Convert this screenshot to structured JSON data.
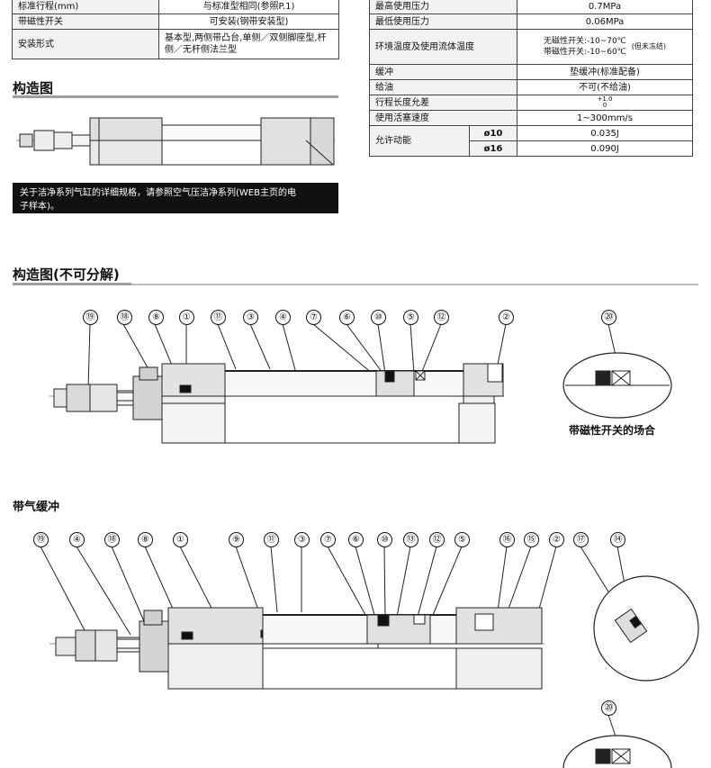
{
  "left_table": {
    "rows": [
      {
        "label": "标准行程(mm)",
        "value": "与标准型相同(参照P.1)"
      },
      {
        "label": "带磁性开关",
        "value": "可安装(钢带安装型)"
      },
      {
        "label": "安装形式",
        "value": "基本型,两侧带凸台,单侧／双侧脚座型,杆侧／无杆侧法兰型"
      }
    ]
  },
  "right_table": {
    "rows": [
      {
        "label": "最高使用压力",
        "value": "0.7MPa"
      },
      {
        "label": "最低使用压力",
        "value": "0.06MPa"
      },
      {
        "label": "环境温度及使用流体温度",
        "value_line1": "无磁性开关:-10~70℃",
        "value_line2": "带磁性开关:-10~60℃",
        "value_note": "(但未冻结)"
      },
      {
        "label": "缓冲",
        "value": "垫缓冲(标准配备)"
      },
      {
        "label": "给油",
        "value": "不可(不给油)"
      },
      {
        "label": "行程长度允差",
        "value_top": "+1.0",
        "value_bottom": "0"
      },
      {
        "label": "使用活塞速度",
        "value": "1~300mm/s"
      }
    ],
    "allowable_energy": {
      "label": "允许动能",
      "items": [
        {
          "bore": "ø10",
          "value": "0.035J"
        },
        {
          "bore": "ø16",
          "value": "0.090J"
        }
      ]
    }
  },
  "section1": {
    "title": "构造图"
  },
  "notice": {
    "line1": "关于洁净系列气缸的详细规格，请参照空气压洁净系列(WEB主页的电",
    "line2": "子样本)。"
  },
  "section2": {
    "title": "构造图(不可分解)"
  },
  "drawing1": {
    "callouts": [
      "⑲",
      "⑱",
      "⑧",
      "①",
      "⑪",
      "③",
      "④",
      "⑦",
      "⑥",
      "⑩",
      "⑤",
      "⑫",
      "②"
    ],
    "inset_callout": "⑳",
    "inset_caption": "带磁性开关的场合"
  },
  "section3": {
    "title": "带气缓冲"
  },
  "drawing2": {
    "callouts": [
      "⑲",
      "④",
      "⑱",
      "⑧",
      "①",
      "⑨",
      "⑪",
      "③",
      "⑦",
      "⑥",
      "⑩",
      "⑬",
      "⑫",
      "⑤",
      "⑯",
      "⑮",
      "②"
    ],
    "inset_callout_a": "⑰",
    "inset_callout_b": "⑭",
    "inset_callout_c": "⑳"
  },
  "colors": {
    "rule": "#9e9e9e",
    "notice_bg": "#111111",
    "label_bg": "#f2f2f2"
  }
}
